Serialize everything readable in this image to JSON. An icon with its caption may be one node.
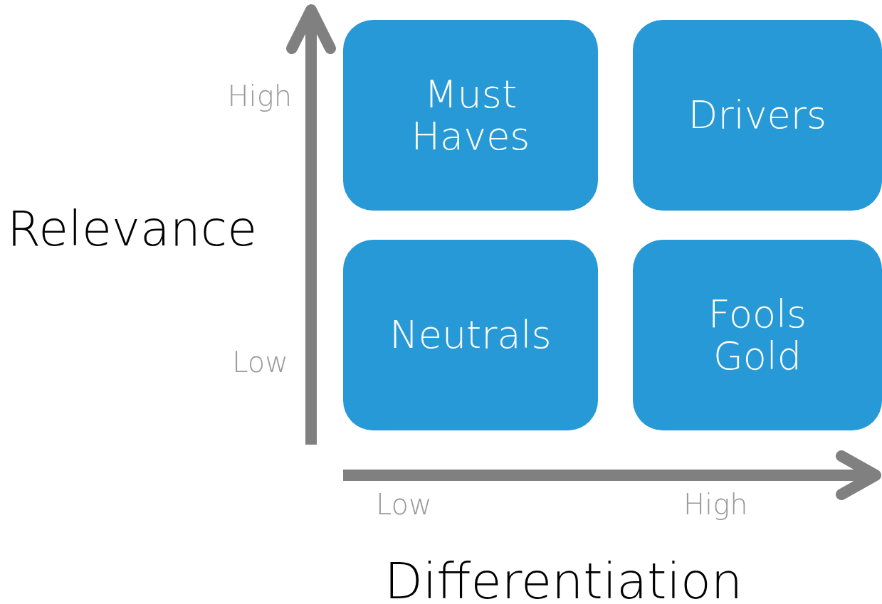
{
  "diagram": {
    "nodes": [
      {
        "text": [
          "Must Haves"
        ]
      },
      {
        "text": [
          "Drivers"
        ]
      },
      {
        "text": [
          "Neutrals"
        ]
      },
      {
        "text": [
          "Fools Gold"
        ]
      }
    ],
    "edges": [],
    "labels": [
      "High",
      "Relevance",
      "Low",
      "Low",
      "High",
      "Differentiation"
    ]
  }
}
